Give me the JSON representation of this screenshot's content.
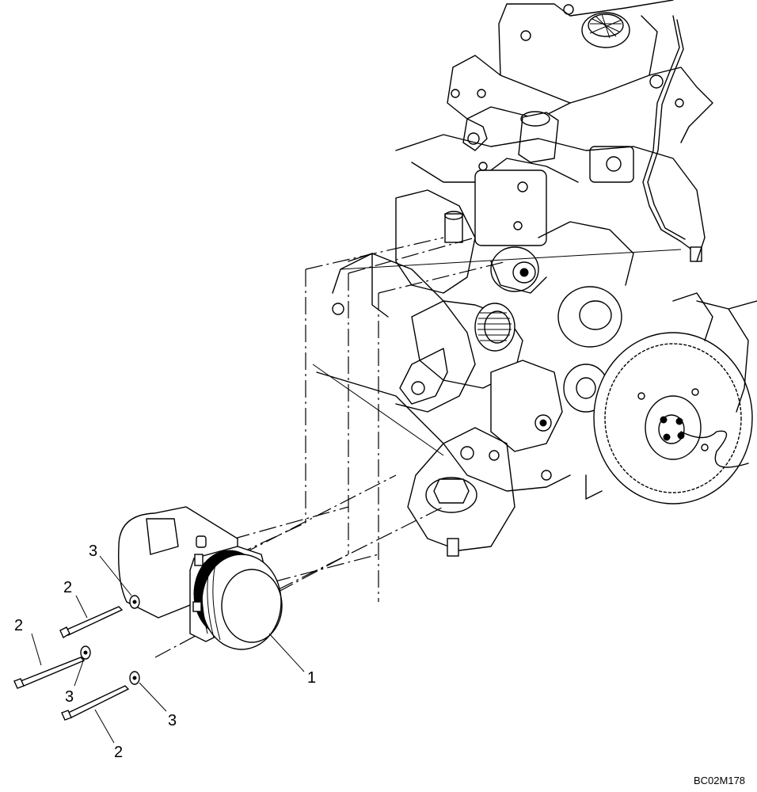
{
  "drawing_code": "BC02M178",
  "callouts": {
    "c1": "1",
    "c2a": "2",
    "c2b": "2",
    "c2c": "2",
    "c3a": "3",
    "c3b": "3",
    "c3c": "3"
  },
  "icons": [
    "engine-illustration",
    "compressor-illustration",
    "bolt-illustration",
    "washer-illustration"
  ]
}
